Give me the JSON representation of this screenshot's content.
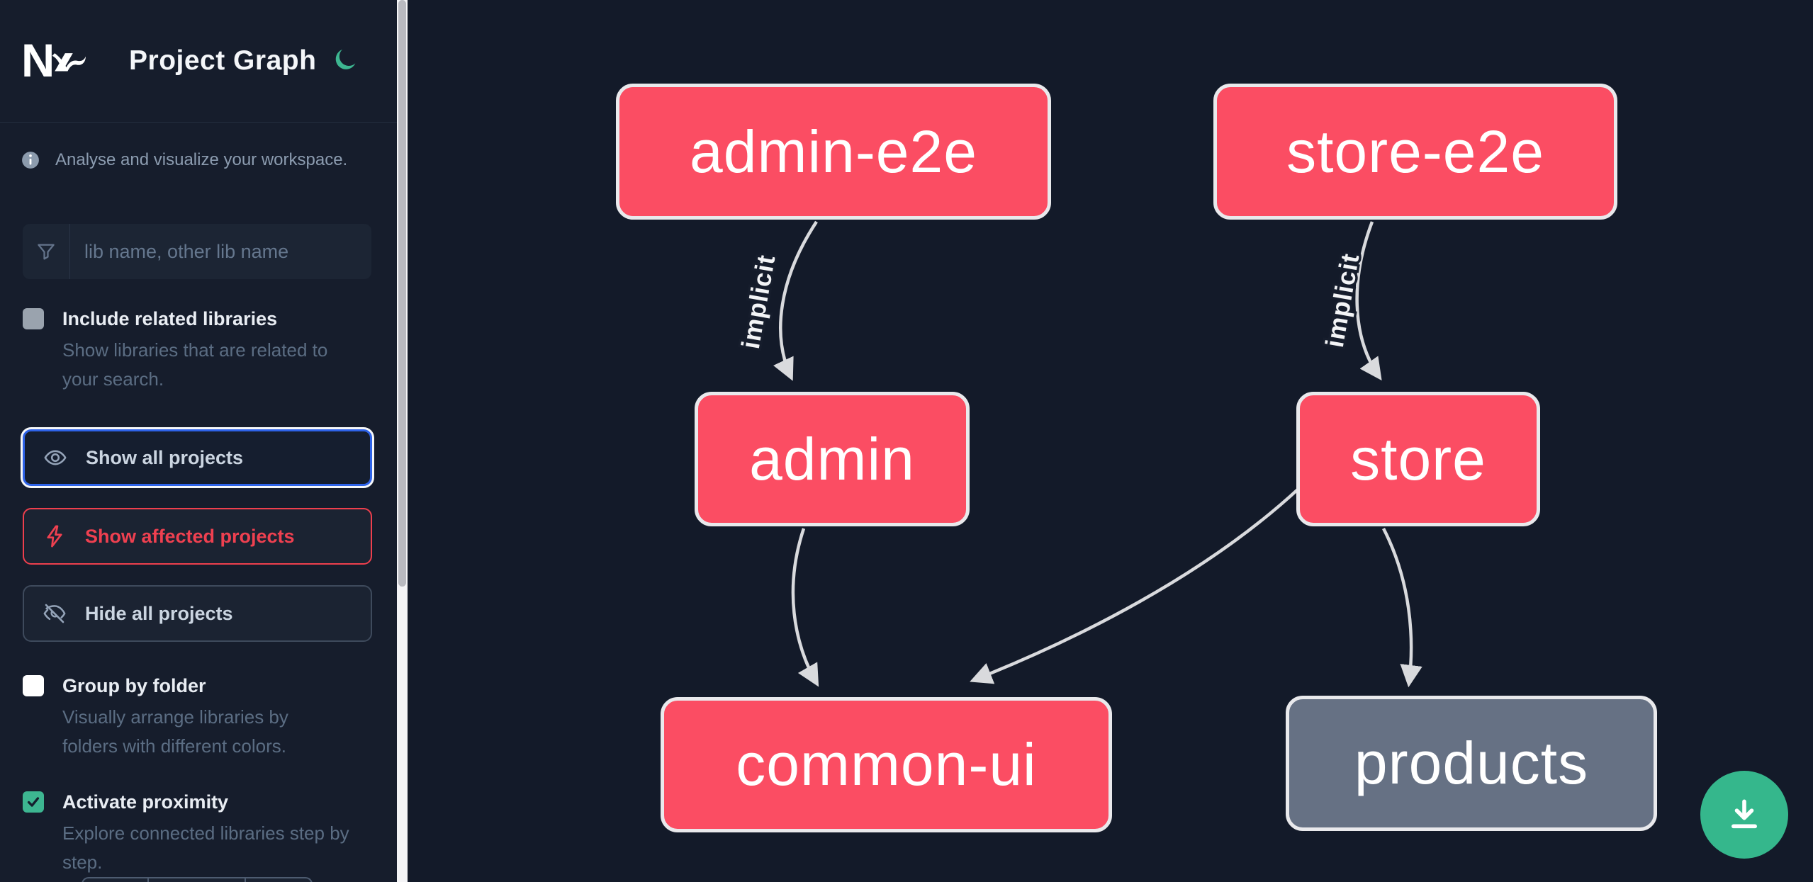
{
  "header": {
    "logo": "Nx",
    "title": "Project Graph",
    "theme_toggle_icon": "moon-icon"
  },
  "sidebar": {
    "tagline": "Analyse and visualize your workspace.",
    "search": {
      "icon": "funnel-icon",
      "placeholder": "lib name, other lib name",
      "value": ""
    },
    "checkboxes": [
      {
        "label": "Include related libraries",
        "description": "Show libraries that are related to your search.",
        "checked": false
      },
      {
        "label": "Group by folder",
        "description": "Visually arrange libraries by folders with different colors.",
        "checked": false
      },
      {
        "label": "Activate proximity",
        "description": "Explore connected libraries step by step.",
        "checked": true
      }
    ],
    "buttons": [
      {
        "label": "Show all projects",
        "icon": "eye-icon",
        "state": "focused"
      },
      {
        "label": "Show affected projects",
        "icon": "lightning-icon",
        "variant": "affected"
      },
      {
        "label": "Hide all projects",
        "icon": "eye-off-icon",
        "state": "default"
      }
    ]
  },
  "graph": {
    "nodes": [
      {
        "label": "admin-e2e",
        "style": "focused"
      },
      {
        "label": "store-e2e",
        "style": "focused"
      },
      {
        "label": "admin",
        "style": "focused"
      },
      {
        "label": "store",
        "style": "focused"
      },
      {
        "label": "common-ui",
        "style": "focused"
      },
      {
        "label": "products",
        "style": "unfocused"
      }
    ],
    "edges": [
      {
        "from": "admin-e2e",
        "to": "admin",
        "label": "implicit"
      },
      {
        "from": "store-e2e",
        "to": "store",
        "label": "implicit"
      },
      {
        "from": "admin",
        "to": "common-ui",
        "label": ""
      },
      {
        "from": "store",
        "to": "common-ui",
        "label": ""
      },
      {
        "from": "store",
        "to": "products",
        "label": ""
      }
    ]
  },
  "fab": {
    "icon": "download-icon"
  },
  "colors": {
    "canvas_bg": "#131a29",
    "sidebar_bg": "#161d2c",
    "node_focused": "#fb4d63",
    "node_unfocused": "#667184",
    "node_border": "#e9e9ec",
    "edge": "#d9dadd",
    "accent_green": "#3db691",
    "focus_blue": "#2e63e8",
    "affected_red": "#ef4050"
  }
}
